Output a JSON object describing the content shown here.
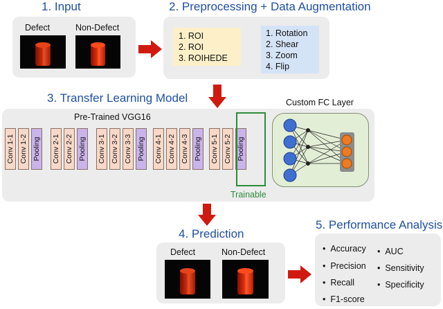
{
  "steps": {
    "input": "1. Input",
    "preprocessing": "2. Preprocessing + Data Augmentation",
    "transfer": "3. Transfer Learning Model",
    "prediction": "4. Prediction",
    "performance": "5. Performance Analysis"
  },
  "input_labels": {
    "defect": "Defect",
    "non_defect": "Non-Defect"
  },
  "preprocessing": [
    "1. ROI",
    "2. ROI",
    "3. ROIHEDE"
  ],
  "augmentation": [
    "1. Rotation",
    "2. Shear",
    "3. Zoom",
    "4. Flip"
  ],
  "model": {
    "title": "Pre-Trained VGG16",
    "custom_fc": "Custom FC Layer",
    "trainable": "Trainable",
    "blocks": [
      [
        "Conv 1-1",
        "Conv 1-2",
        "Pooling"
      ],
      [
        "Conv 2-1",
        "Conv 2-2",
        "Pooling"
      ],
      [
        "Conv 3-1",
        "Conv 3-2",
        "Conv 3-3",
        "Pooling"
      ],
      [
        "Conv 4-1",
        "Conv 4-2",
        "Conv 4-3",
        "Pooling"
      ],
      [
        "Conv 5-1",
        "Conv 5-2",
        "Pooling"
      ]
    ]
  },
  "prediction_labels": {
    "defect": "Defect",
    "non_defect": "Non-Defect"
  },
  "metrics_left": [
    "Accuracy",
    "Precision",
    "Recall",
    "F1-score"
  ],
  "metrics_right": [
    "AUC",
    "Sensitivity",
    "Specificity"
  ],
  "colors": {
    "heading": "#1f4fa3",
    "arrow": "#d11a0f",
    "conv": "#f8d8c8",
    "pooling": "#c9b4ec",
    "trainable": "#2e8b3a",
    "preprocess_box": "#fdf0c8",
    "augment_box": "#d5e3f7"
  }
}
